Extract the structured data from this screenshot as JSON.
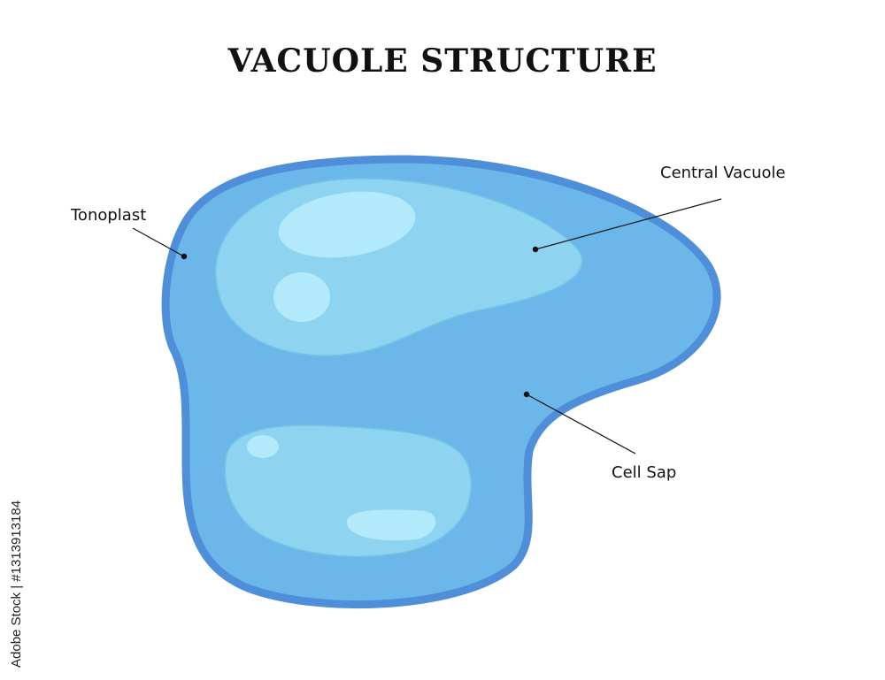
{
  "title": "VACUOLE STRUCTURE",
  "labels": {
    "tonoplast": "Tonoplast",
    "central_vacuole": "Central Vacuole",
    "cell_sap": "Cell Sap"
  },
  "credit": "Adobe Stock | #1313913184",
  "colors": {
    "membrane": "#4f8fd9",
    "cell_sap": "#6cb7ea",
    "inner_vacuole": "#8ed3f0",
    "highlight": "#b2eafc"
  }
}
